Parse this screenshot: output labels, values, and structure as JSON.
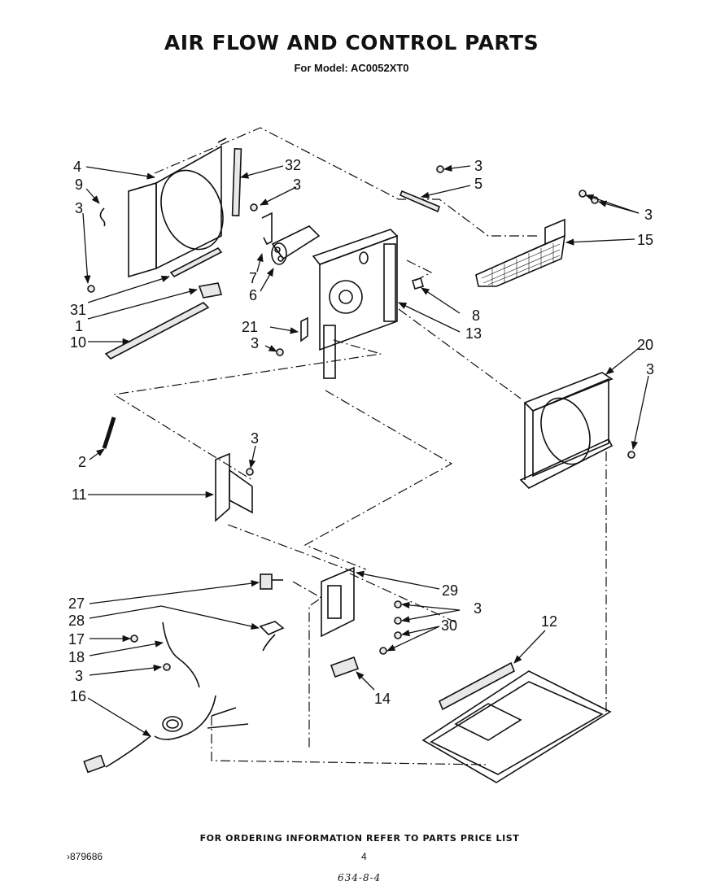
{
  "header": {
    "title": "AIR FLOW AND CONTROL PARTS",
    "subtitle": "For Model: AC0052XT0"
  },
  "callouts": {
    "c1": "1",
    "c2": "2",
    "c3a": "3",
    "c3b": "3",
    "c3c": "3",
    "c3d": "3",
    "c3e": "3",
    "c3f": "3",
    "c3g": "3",
    "c3h": "3",
    "c3i": "3",
    "c4": "4",
    "c5": "5",
    "c6": "6",
    "c7": "7",
    "c8": "8",
    "c9": "9",
    "c10": "10",
    "c11": "11",
    "c12": "12",
    "c13": "13",
    "c14": "14",
    "c15": "15",
    "c16": "16",
    "c17": "17",
    "c18": "18",
    "c20": "20",
    "c21": "21",
    "c27": "27",
    "c28": "28",
    "c29": "29",
    "c30": "30",
    "c31": "31",
    "c32": "32"
  },
  "footer": {
    "ordering_note": "FOR ORDERING INFORMATION REFER TO PARTS PRICE LIST",
    "doc_number": "›879686",
    "page_number": "4",
    "handwritten_code": "634-8-4"
  }
}
